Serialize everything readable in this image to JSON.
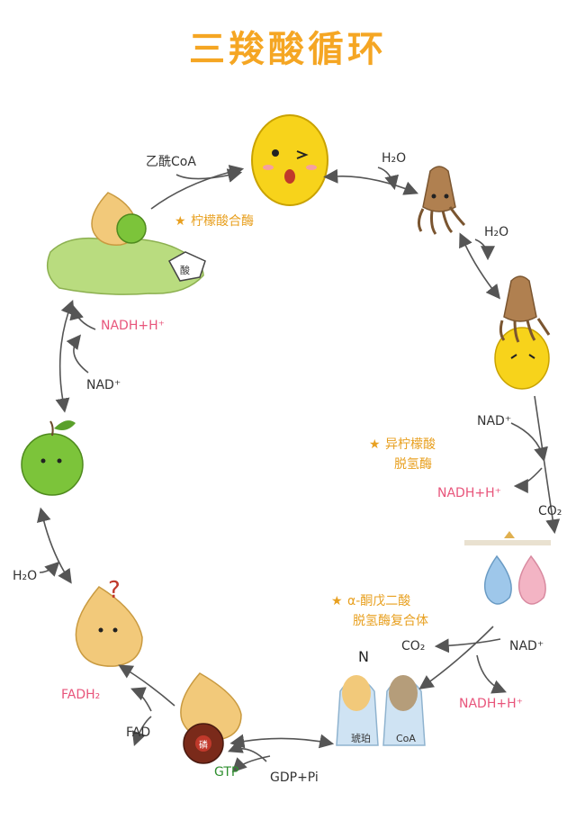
{
  "title": "三羧酸循环",
  "labels": {
    "acetyl_coa": "乙酰CoA",
    "h2o_1": "H₂O",
    "h2o_2": "H₂O",
    "h2o_3": "H₂O",
    "nad_1": "NAD⁺",
    "nadh_1": "NADH+H⁺",
    "co2_1": "CO₂",
    "nad_2": "NAD⁺",
    "nadh_2": "NADH+H⁺",
    "co2_2": "CO₂",
    "nad_3": "NAD⁺",
    "nadh_3": "NADH+H⁺",
    "fadh2": "FADH₂",
    "fad": "FAD",
    "gtp": "GTP",
    "gdp_pi": "GDP+Pi",
    "succinate_tag": "琥珀",
    "coa_tag": "CoA",
    "acid_tag": "酸",
    "jar_tag": "磷",
    "question": "?",
    "zzz": "N"
  },
  "enzymes": {
    "citrate_synthase": "柠檬酸合酶",
    "isocitrate_dh_1": "异柠檬酸",
    "isocitrate_dh_2": "脱氢酶",
    "akg_dh_1": "α-酮戊二酸",
    "akg_dh_2": "脱氢酶复合体"
  },
  "colors": {
    "title": "#f5a623",
    "enzyme": "#e8a020",
    "nadh": "#e8557b",
    "gtp": "#2f8f2f",
    "lemon": "#f7d31b",
    "squid": "#b08050",
    "apple": "#7cc43a"
  }
}
